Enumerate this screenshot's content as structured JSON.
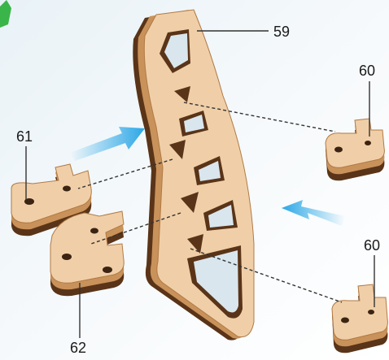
{
  "diagram": {
    "callouts": [
      {
        "id": "59",
        "text": "59"
      },
      {
        "id": "60a",
        "text": "60"
      },
      {
        "id": "60b",
        "text": "60"
      },
      {
        "id": "61",
        "text": "61"
      },
      {
        "id": "62",
        "text": "62"
      }
    ],
    "colors": {
      "wood_face": "#f0cfa8",
      "wood_edge_light": "#c9925a",
      "wood_edge_dark": "#5a3418",
      "arrow": "#2aa7e6",
      "step_badge": "#3ab54a",
      "leader": "#333333"
    }
  }
}
